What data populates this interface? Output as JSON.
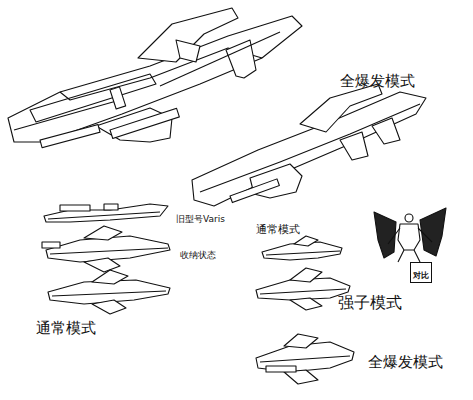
{
  "diagram": {
    "nodes": [
      {
        "text": [
          "对比"
        ]
      }
    ],
    "labels": [
      "全爆发模式",
      "旧型号Varis",
      "收纳状态",
      "通常模式",
      "通常模式",
      "强子模式",
      "全爆发模式"
    ]
  }
}
